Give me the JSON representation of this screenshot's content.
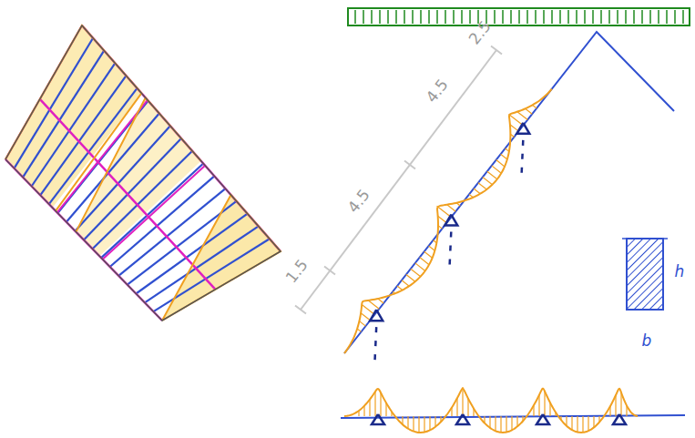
{
  "diagram": {
    "labels": [
      "2.5",
      "4.5",
      "4.5",
      "1.5",
      "h",
      "b"
    ]
  }
}
